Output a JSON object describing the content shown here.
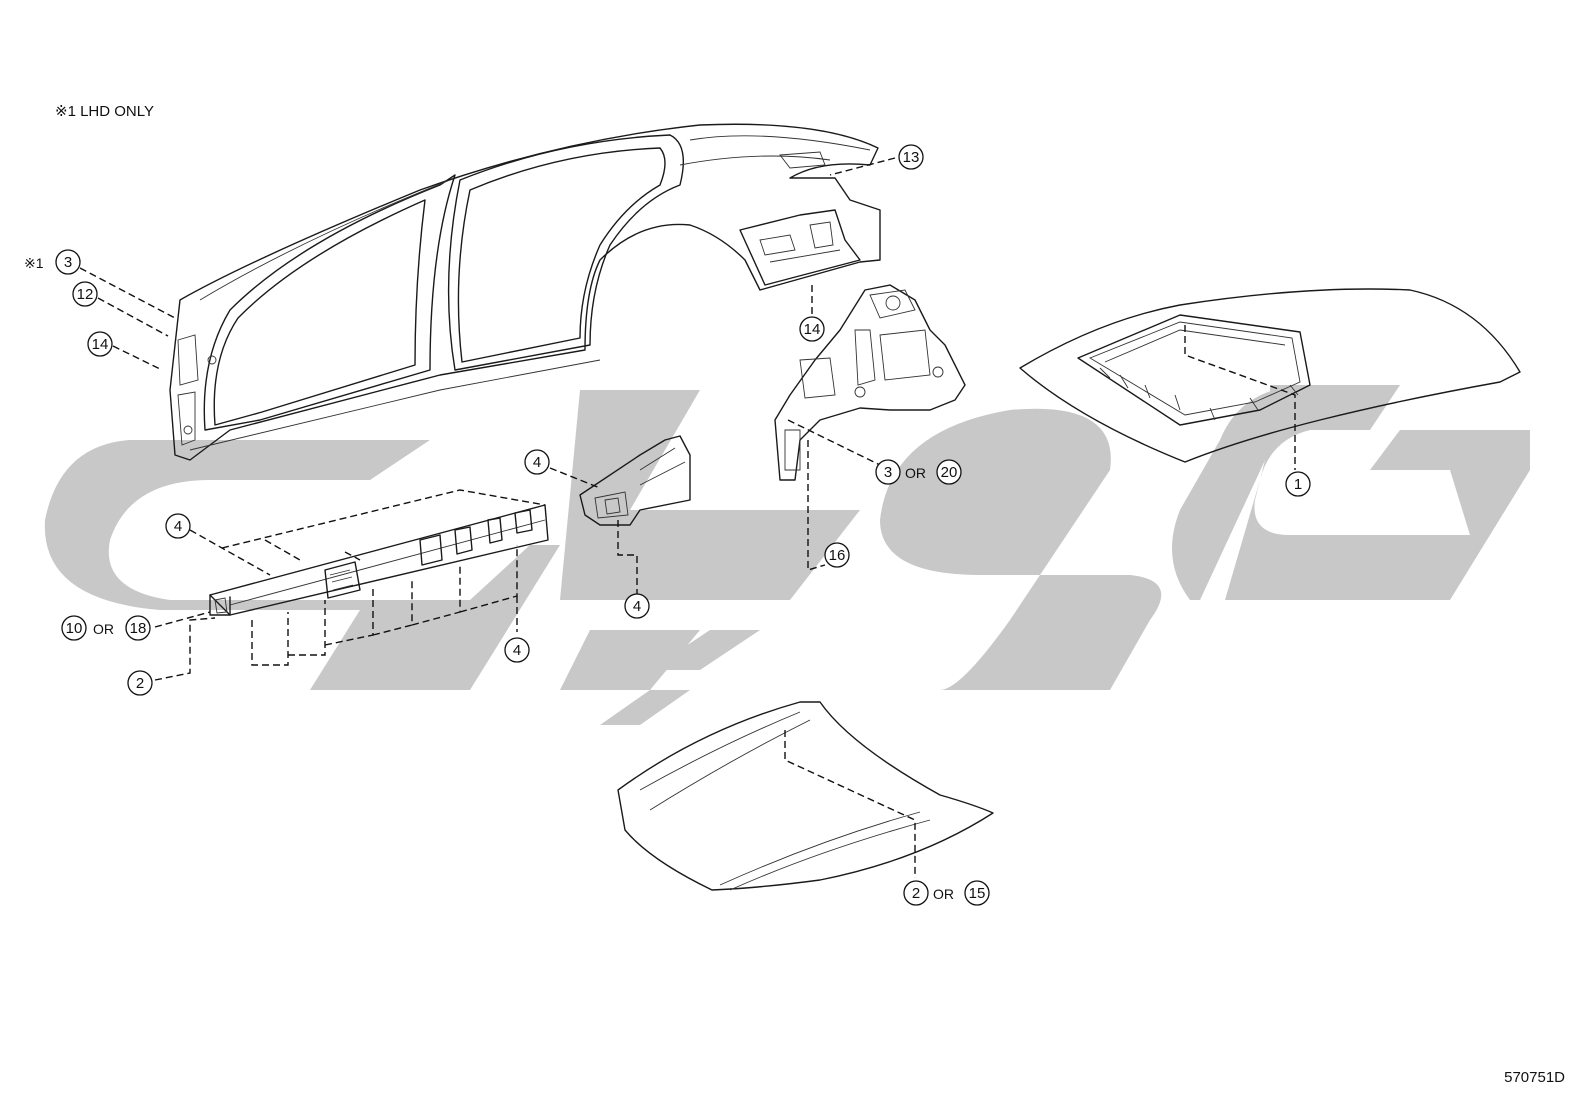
{
  "note": "※1 LHD ONLY",
  "figure_id": "570751D",
  "callouts": {
    "c1": "1",
    "c2_bumper": "2",
    "c2_hood": "2",
    "c15": "15",
    "c3_lhd": "3",
    "c3_apron": "3",
    "c20": "20",
    "c4_a": "4",
    "c4_b": "4",
    "c4_c": "4",
    "c4_d": "4",
    "c10": "10",
    "c18": "18",
    "c12": "12",
    "c13": "13",
    "c14_a": "14",
    "c14_b": "14",
    "c16": "16"
  },
  "labels": {
    "or": "OR",
    "lhd_mark": "※1"
  }
}
